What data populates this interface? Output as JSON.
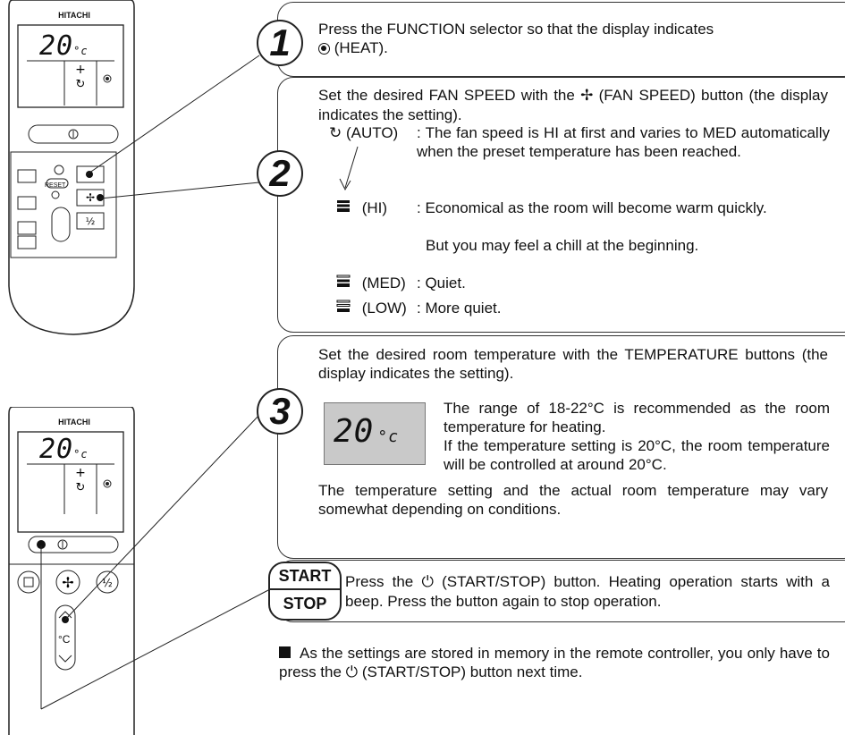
{
  "brand": "HITACHI",
  "lcd_temp": "20",
  "lcd_unit": "°c",
  "step_numbers": [
    "1",
    "2",
    "3"
  ],
  "start_label": "START",
  "stop_label": "STOP",
  "reset_label": "RESET",
  "step1": {
    "line1": "Press the FUNCTION selector so that the display indicates",
    "line2": "(HEAT)."
  },
  "step2": {
    "intro": "Set the desired FAN SPEED with the (FAN SPEED) button (the display indicates the setting).",
    "intro_a": "Set the desired FAN SPEED with the",
    "intro_b": "(FAN SPEED) button (the display indicates the setting).",
    "auto_label": "(AUTO)",
    "auto_text": ": The fan speed is HI at first and varies to MED automatically when the preset temperature has been reached.",
    "hi_label": "(HI)",
    "hi_text": ": Economical as the room will become warm quickly.",
    "hi_text2": "But you may feel a chill at the beginning.",
    "med_label": "(MED)",
    "med_text": ": Quiet.",
    "low_label": "(LOW)",
    "low_text": ": More quiet."
  },
  "step3": {
    "intro": "Set the desired room temperature with the TEMPERATURE buttons (the display indicates the setting).",
    "lcd_temp": "20",
    "lcd_unit": "°c",
    "range_text": "The range of 18-22°C is recommended as the room temperature for heating.",
    "setting_text": "If the temperature setting is 20°C, the room temperature will be controlled at around 20°C.",
    "note": "The temperature setting and the actual room temperature may vary somewhat depending on conditions."
  },
  "start_stop": {
    "text": "Press the (START/STOP) button. Heating operation starts with a beep. Press the button again to stop operation.",
    "text_a": "Press the",
    "text_b": "(START/STOP) button. Heating operation starts with a beep. Press the button again to stop operation."
  },
  "memory_note": {
    "text_a": "As the settings are stored in memory in the remote controller, you only have to press the",
    "text_b": "(START/STOP) button next time."
  },
  "remote2_celsius": "°C"
}
